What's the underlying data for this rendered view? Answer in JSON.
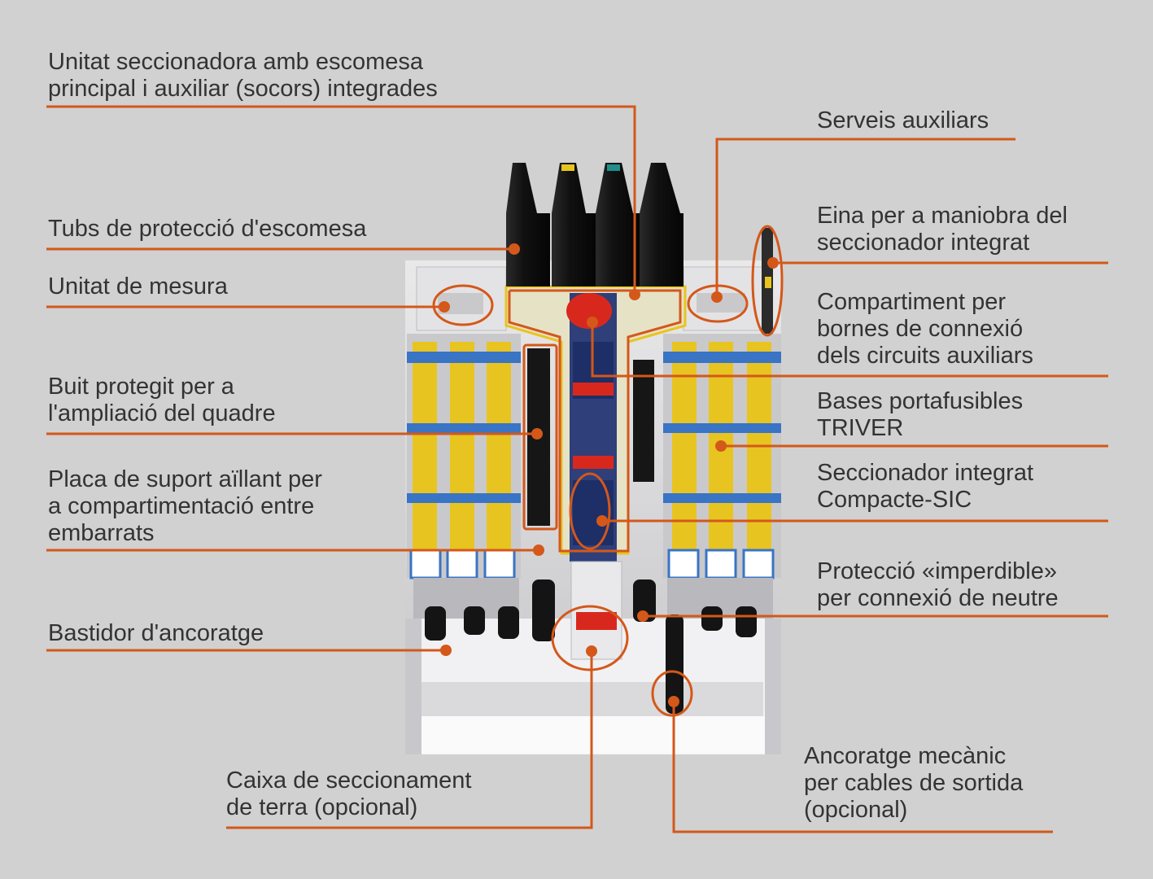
{
  "colors": {
    "background": "#d1d1d1",
    "callout": "#d4581a",
    "text": "#333333",
    "fuse_yellow": "#e8c421",
    "busbar_blue": "#3a74c4",
    "cable_black": "#141414",
    "switch_red": "#d8281e"
  },
  "labels": {
    "unitat_seccionadora": [
      "Unitat seccionadora amb escomesa",
      "principal i auxiliar (socors) integrades"
    ],
    "tubs_proteccio": [
      "Tubs de protecció d'escomesa"
    ],
    "unitat_mesura": [
      "Unitat de mesura"
    ],
    "buit_protegit": [
      "Buit protegit per a",
      "l'ampliació del quadre"
    ],
    "placa_suport": [
      "Placa de suport aïllant per",
      "a compartimentació entre",
      "embarrats"
    ],
    "bastidor": [
      "Bastidor d'ancoratge"
    ],
    "caixa_seccionament": [
      "Caixa de seccionament",
      "de terra (opcional)"
    ],
    "serveis_auxiliars": [
      "Serveis auxiliars"
    ],
    "eina_maniobra": [
      "Eina per a maniobra del",
      "seccionador integrat"
    ],
    "compartiment_bornes": [
      "Compartiment per",
      "bornes de connexió",
      "dels circuits auxiliars"
    ],
    "bases_portafusibles": [
      "Bases portafusibles",
      "TRIVER"
    ],
    "seccionador_integrat": [
      "Seccionador integrat",
      "Compacte-SIC"
    ],
    "proteccio_imperdible": [
      "Protecció «imperdible»",
      "per connexió de neutre"
    ],
    "ancoratge_mecanic": [
      "Ancoratge mecànic",
      "per cables de sortida",
      "(opcional)"
    ]
  }
}
